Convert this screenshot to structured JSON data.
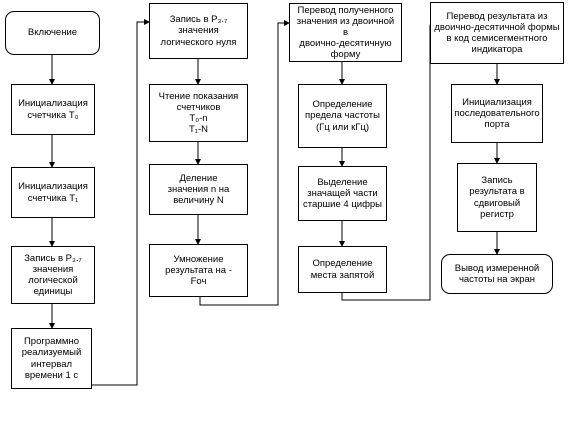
{
  "blocks": {
    "start": "Включение",
    "init_t0": "Инициализация\nсчетчика T₀",
    "init_t1": "Инициализация\nсчетчика T₁",
    "write_one": "Запись в P₃.₇\nзначения\nлогической\nединицы",
    "interval": "Программно\nреализуемый\nинтервал\nвремени 1 с",
    "write_zero": "Запись в P₃.₇\nзначения\nлогического нуля",
    "read_counters": "Чтение показания\nсчетчиков\nT₀-n\nT₁-N",
    "divide": "Деление\nзначения n на\nвеличину N",
    "multiply": "Умножение\nрезультата на -\nFоч",
    "convert_bcd": "Перевод полученного\nзначения из двоичной в\nдвоично-десятичную\nформу",
    "freq_limit": "Определение\nпредела частоты\n(Гц или кГц)",
    "top_digits": "Выделение\nзначащей части\nстаршие 4 цифры",
    "comma_pos": "Определение\nместа запятой",
    "convert_seg": "Перевод результата из\nдвоично-десятичной формы\nв код семисегментного\nиндикатора",
    "init_port": "Инициализация\nпоследовательного\nпорта",
    "write_shift": "Запись\nрезультата в\nсдвиговый\nрегистр",
    "display": "Вывод измеренной\nчастоты на экран"
  }
}
